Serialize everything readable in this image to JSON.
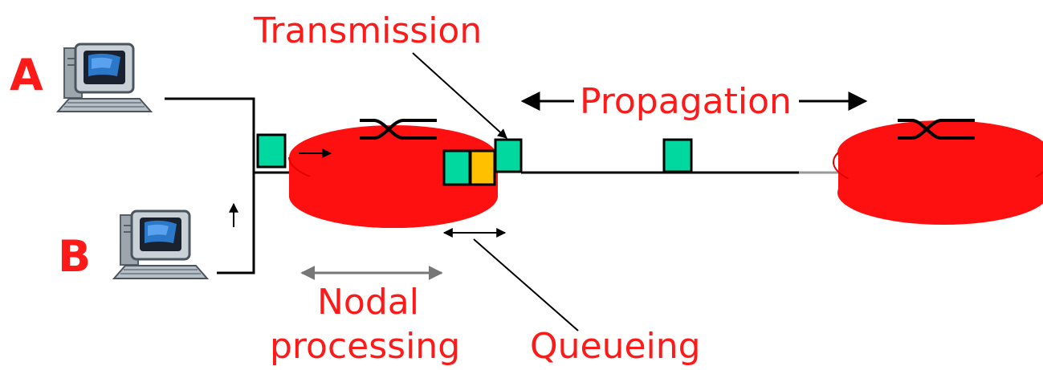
{
  "labels": {
    "host_a": "A",
    "host_b": "B",
    "transmission": "Transmission",
    "propagation": "Propagation",
    "nodal_line1": "Nodal",
    "nodal_line2": "processing",
    "queueing": "Queueing"
  },
  "colors": {
    "label": "#ff1a1a",
    "router": "#ff1010",
    "router_edge": "#e00000",
    "packet": "#00d8a0",
    "packet_queued": "#ffc000",
    "line": "#000000",
    "link_gray": "#9a9a9a"
  },
  "icons": {
    "host": "desktop-computer-icon",
    "router": "router-cylinder-icon",
    "switch_symbol": "crossed-arrows-icon"
  }
}
